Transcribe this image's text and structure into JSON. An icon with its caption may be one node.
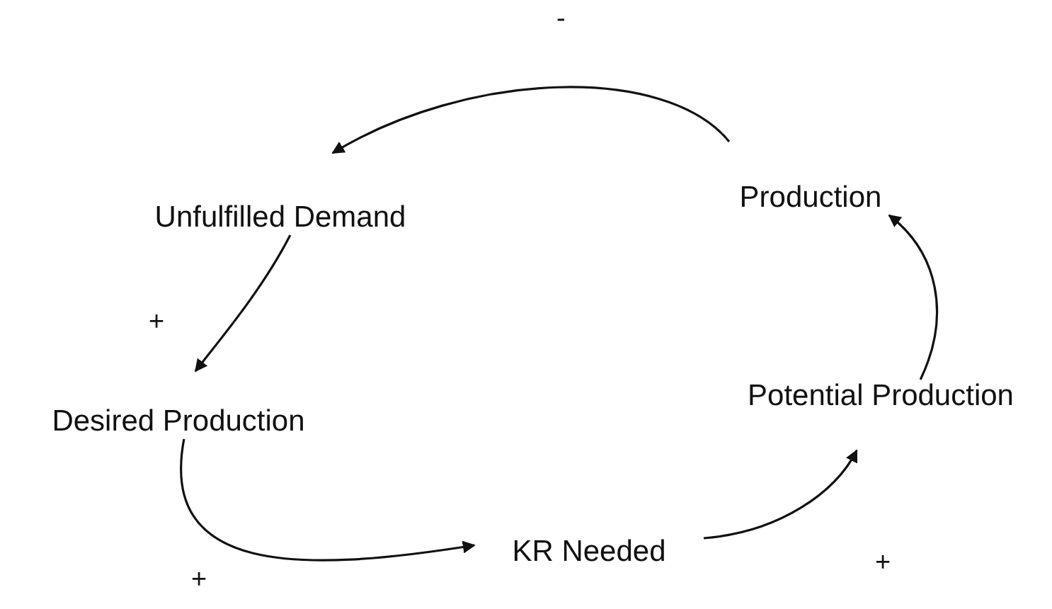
{
  "diagram": {
    "nodes": [
      {
        "text": [
          "Unfulfilled Demand"
        ]
      },
      {
        "text": [
          "Desired Production"
        ]
      },
      {
        "text": [
          "KR Needed"
        ]
      },
      {
        "text": [
          "Potential Production"
        ]
      },
      {
        "text": [
          "Production"
        ]
      }
    ],
    "edges": [
      {
        "from": 4,
        "to": 0,
        "arrow": "to",
        "label": "-"
      },
      {
        "from": 0,
        "to": 1,
        "arrow": "to",
        "label": "+"
      },
      {
        "from": 1,
        "to": 2,
        "arrow": "to",
        "label": "+"
      },
      {
        "from": 2,
        "to": 3,
        "arrow": "to",
        "label": "+"
      },
      {
        "from": 3,
        "to": 4,
        "arrow": "to"
      }
    ]
  }
}
